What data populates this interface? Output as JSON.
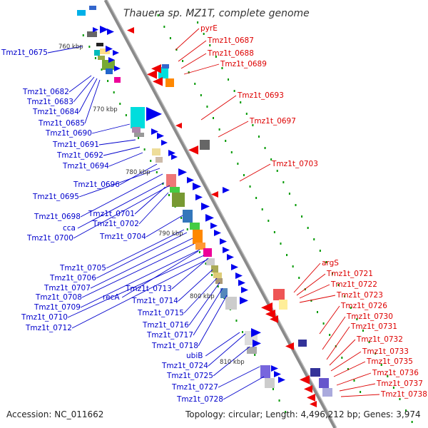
{
  "title": "Thauera sp. MZ1T, complete genome",
  "footer": {
    "accession": "Accession: NC_011662",
    "summary": "Topology: circular; Length: 4,496,212 bp; Genes: 3,974"
  },
  "colors": {
    "forward_arrow": "#0000ee",
    "reverse_arrow": "#ee0000",
    "backbone": "#888888",
    "tick": "#009900",
    "left_label": "#0000cc",
    "right_label": "#dd0000"
  },
  "kbp_marks": [
    "760 kbp",
    "770 kbp",
    "780 kbp",
    "790 kbp",
    "800 kbp",
    "810 kbp"
  ],
  "left_labels": [
    "Tmz1t_0675",
    "Tmz1t_0682",
    "Tmz1t_0683",
    "Tmz1t_0684",
    "Tmz1t_0685",
    "Tmz1t_0690",
    "Tmz1t_0691",
    "Tmz1t_0692",
    "Tmz1t_0694",
    "Tmz1t_0696",
    "Tmz1t_0695",
    "Tmz1t_0701",
    "Tmz1t_0698",
    "Tmz1t_0702",
    "cca",
    "Tmz1t_0700",
    "Tmz1t_0704",
    "Tmz1t_0705",
    "Tmz1t_0706",
    "Tmz1t_0707",
    "Tmz1t_0713",
    "Tmz1t_0708",
    "recA",
    "Tmz1t_0714",
    "Tmz1t_0709",
    "Tmz1t_0715",
    "Tmz1t_0710",
    "Tmz1t_0716",
    "Tmz1t_0712",
    "Tmz1t_0717",
    "Tmz1t_0718",
    "ubiB",
    "Tmz1t_0724",
    "Tmz1t_0725",
    "Tmz1t_0727",
    "Tmz1t_0728"
  ],
  "right_labels": [
    "pyrE",
    "Tmz1t_0687",
    "Tmz1t_0688",
    "Tmz1t_0689",
    "Tmz1t_0693",
    "Tmz1t_0697",
    "Tmz1t_0703",
    "argS",
    "Tmz1t_0721",
    "Tmz1t_0722",
    "Tmz1t_0723",
    "Tmz1t_0726",
    "Tmz1t_0730",
    "Tmz1t_0731",
    "Tmz1t_0732",
    "Tmz1t_0733",
    "Tmz1t_0735",
    "Tmz1t_0736",
    "Tmz1t_0737",
    "Tmz1t_0738"
  ]
}
